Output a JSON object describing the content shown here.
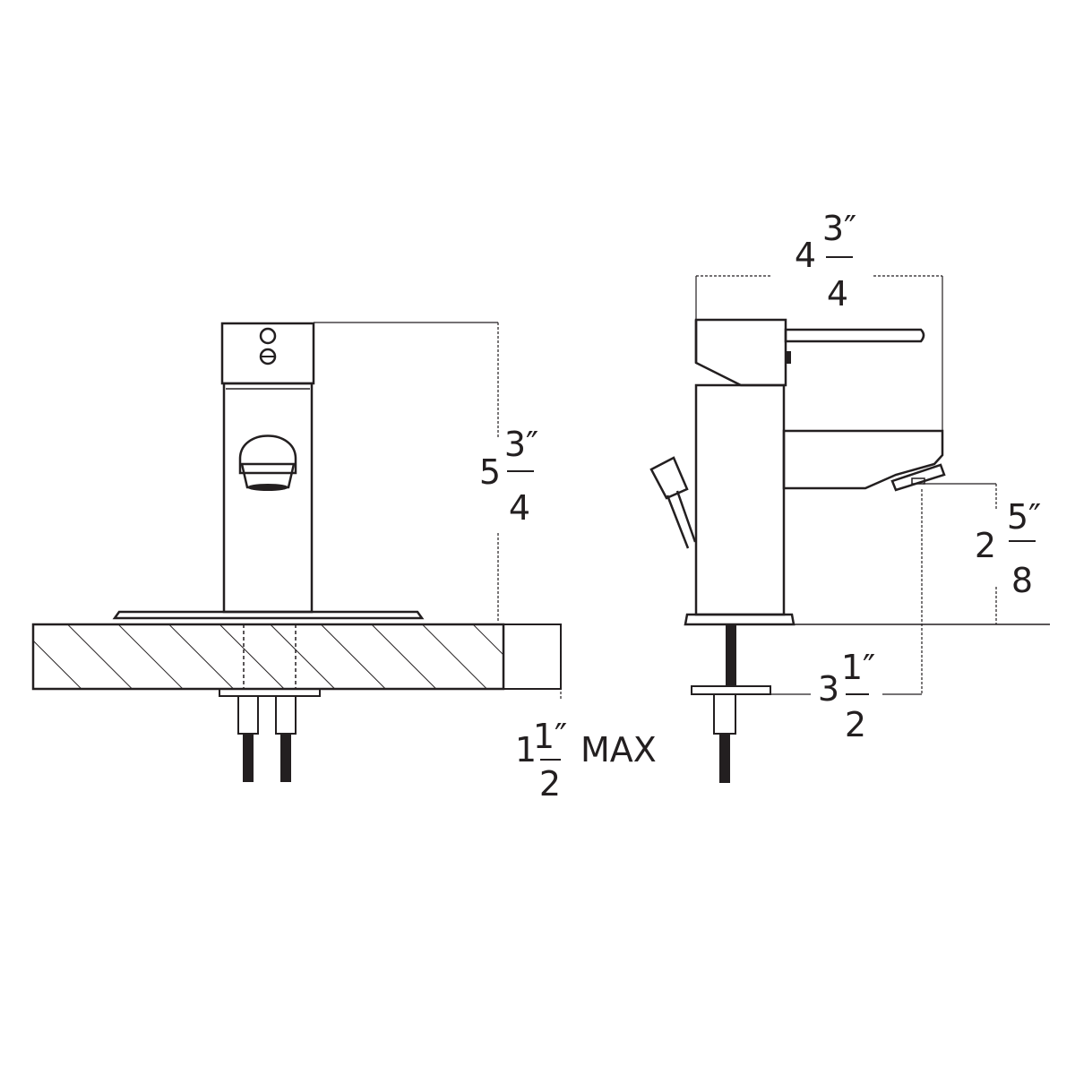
{
  "front_view": {
    "height": {
      "whole": "5",
      "num": "3″",
      "den": "4"
    },
    "deck_thickness": {
      "whole": "1",
      "num": "1″",
      "den": "2",
      "suffix": "MAX"
    }
  },
  "side_view": {
    "depth": {
      "whole": "4",
      "num": "3″",
      "den": "4"
    },
    "spout_height": {
      "whole": "2",
      "num": "5″",
      "den": "8"
    },
    "spout_reach": {
      "whole": "3",
      "num": "1″",
      "den": "2"
    }
  },
  "colors": {
    "line": "#231f20",
    "background": "#ffffff"
  }
}
